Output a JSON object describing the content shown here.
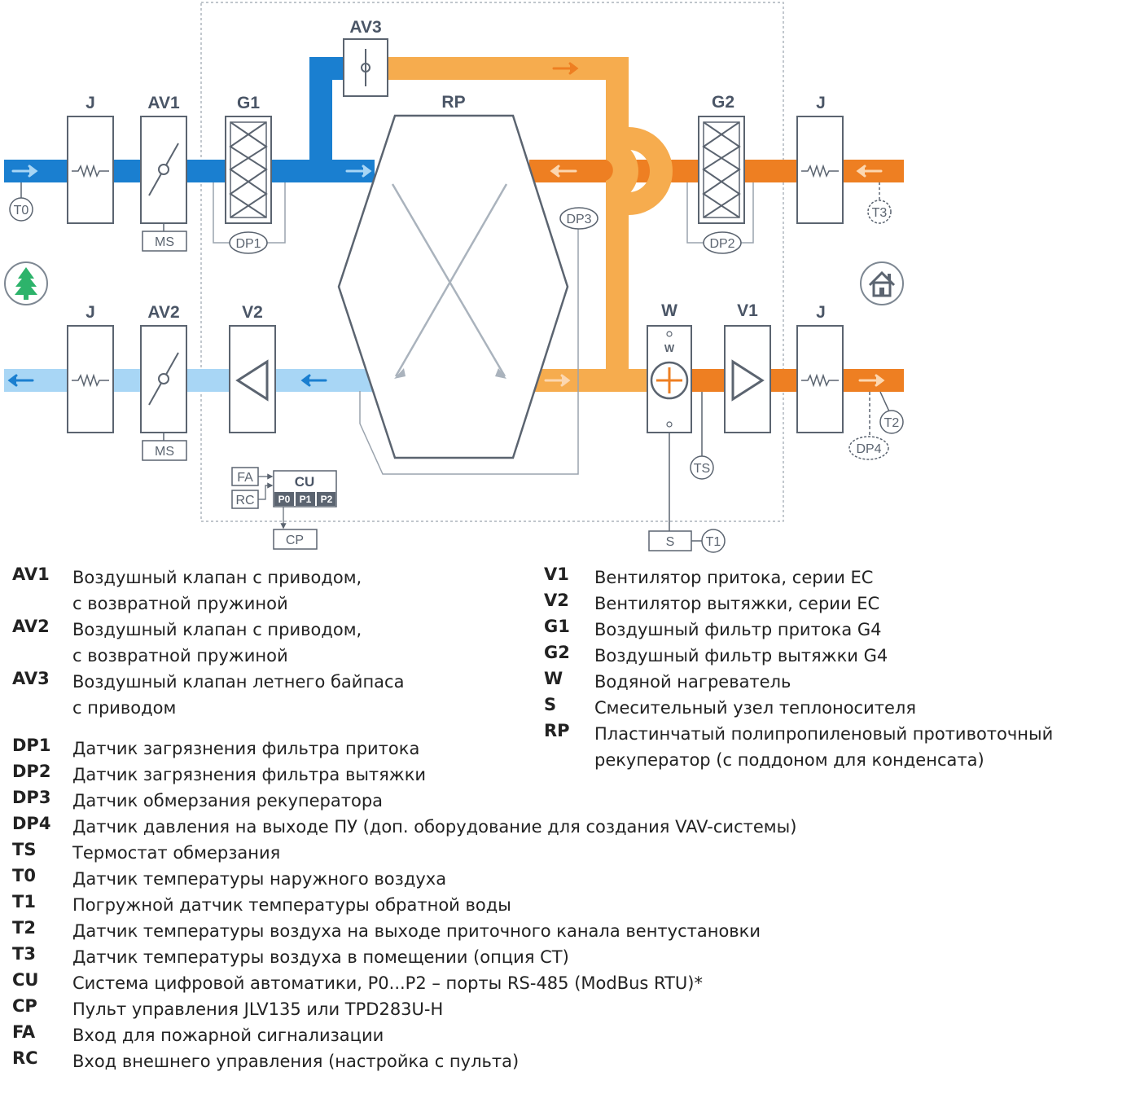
{
  "diagram": {
    "labels": {
      "av3": "AV3",
      "rp": "RP",
      "g1": "G1",
      "g2": "G2",
      "j_top_left": "J",
      "av1": "AV1",
      "j_top_right": "J",
      "j_bottom_left": "J",
      "av2": "AV2",
      "v2": "V2",
      "w": "W",
      "v1": "V1",
      "j_bottom_right": "J",
      "w_small": "W"
    },
    "sensors": {
      "t0": "T0",
      "t3": "T3",
      "dp1": "DP1",
      "dp2": "DP2",
      "dp3": "DP3",
      "t2": "T2",
      "dp4": "DP4",
      "ts": "TS",
      "t1": "T1"
    },
    "boxes": {
      "ms_top": "MS",
      "ms_bottom": "MS",
      "fa": "FA",
      "rc": "RC",
      "cu": "CU",
      "p0": "P0",
      "p1": "P1",
      "p2": "P2",
      "cp": "CP",
      "s": "S"
    },
    "colors": {
      "supply_cold": "#1a7fd0",
      "exhaust_cold": "#a8d6f5",
      "return_warm": "#ee7f22",
      "supply_warm": "#f6ac4e",
      "outline": "#5b6470",
      "tree": "#2db36b"
    },
    "icons": {
      "outdoor": "tree-icon",
      "indoor": "house-icon"
    }
  },
  "legend_left": [
    {
      "code": "AV1",
      "desc": "Воздушный клапан с приводом,\nс возвратной пружиной"
    },
    {
      "code": "AV2",
      "desc": "Воздушный клапан с приводом,\nс возвратной пружиной"
    },
    {
      "code": "AV3",
      "desc": "Воздушный клапан летнего байпаса\nс приводом"
    }
  ],
  "legend_right": [
    {
      "code": "V1",
      "desc": "Вентилятор притока, серии EC"
    },
    {
      "code": "V2",
      "desc": "Вентилятор вытяжки, серии EC"
    },
    {
      "code": "G1",
      "desc": "Воздушный фильтр притока G4"
    },
    {
      "code": "G2",
      "desc": "Воздушный фильтр вытяжки G4"
    },
    {
      "code": "W",
      "desc": "Водяной нагреватель"
    },
    {
      "code": "S",
      "desc": "Смесительный узел теплоносителя"
    },
    {
      "code": "RP",
      "desc": "Пластинчатый полипропиленовый противоточный\nрекуператор (с поддоном для конденсата)"
    }
  ],
  "legend_bottom": [
    {
      "code": "DP1",
      "desc": "Датчик загрязнения фильтра притока"
    },
    {
      "code": "DP2",
      "desc": "Датчик загрязнения фильтра вытяжки"
    },
    {
      "code": "DP3",
      "desc": "Датчик обмерзания рекуператора"
    },
    {
      "code": "DP4",
      "desc": "Датчик давления на выходе ПУ (доп. оборудование для создания VAV-системы)"
    },
    {
      "code": "TS",
      "desc": "Термостат обмерзания"
    },
    {
      "code": "T0",
      "desc": "Датчик температуры наружного воздуха"
    },
    {
      "code": "T1",
      "desc": "Погружной датчик температуры обратной воды"
    },
    {
      "code": "T2",
      "desc": "Датчик температуры воздуха на выходе приточного канала вентустановки"
    },
    {
      "code": "T3",
      "desc": "Датчик температуры воздуха в помещении (опция CT)"
    },
    {
      "code": "CU",
      "desc": "Система цифровой автоматики, P0...P2 – порты RS-485 (ModBus RTU)*"
    },
    {
      "code": "CP",
      "desc": "Пульт управления JLV135 или TPD283U-H"
    },
    {
      "code": "FA",
      "desc": "Вход для пожарной сигнализации"
    },
    {
      "code": "RC",
      "desc": "Вход внешнего управления (настройка с пульта)"
    }
  ]
}
